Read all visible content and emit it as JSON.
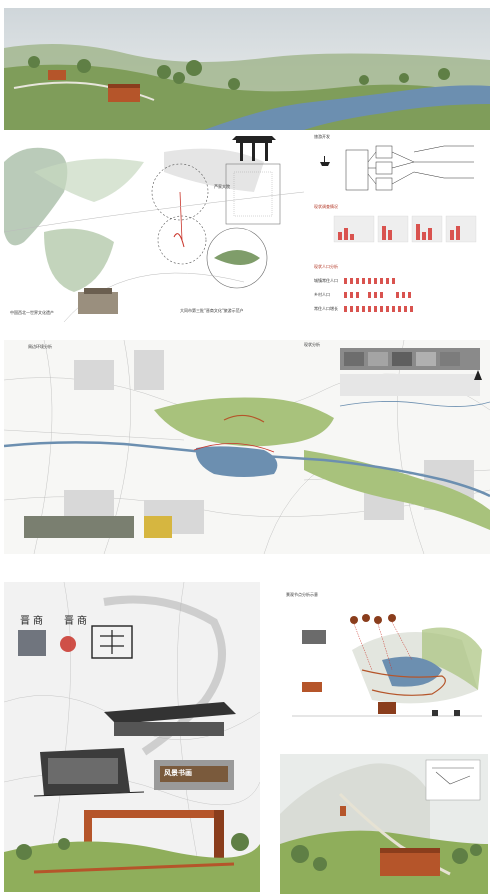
{
  "colors": {
    "sky": "#dfe4e6",
    "grass": "#8fae5b",
    "river": "#6c8fb0",
    "rust": "#b5552a",
    "map_green": "#a8c27c",
    "map_line": "#9a9a9a",
    "accent_red": "#c9342a"
  },
  "panel1": {},
  "panel2": {
    "heading_tourism": "旅游开发",
    "heading_status": "现状调查情况",
    "heading_population": "现状人口分析",
    "caption_left": "中国西北—世界文化遗产",
    "caption_right": "大同市第三批\"晋商文化\"旅游示范户",
    "label_village": "芦家大院",
    "pop_rows": [
      "城镇常住人口",
      "乡村人口",
      "常住人口增长"
    ]
  },
  "panel3": {
    "label_topleft": "周边环境分析",
    "label_topright": "现状分析"
  },
  "panel4": {
    "title_chars": [
      "晋商",
      "晋商"
    ],
    "sign_text": "风景书画"
  },
  "panel5": {
    "heading": "景观节点分析示意"
  },
  "panel6": {}
}
